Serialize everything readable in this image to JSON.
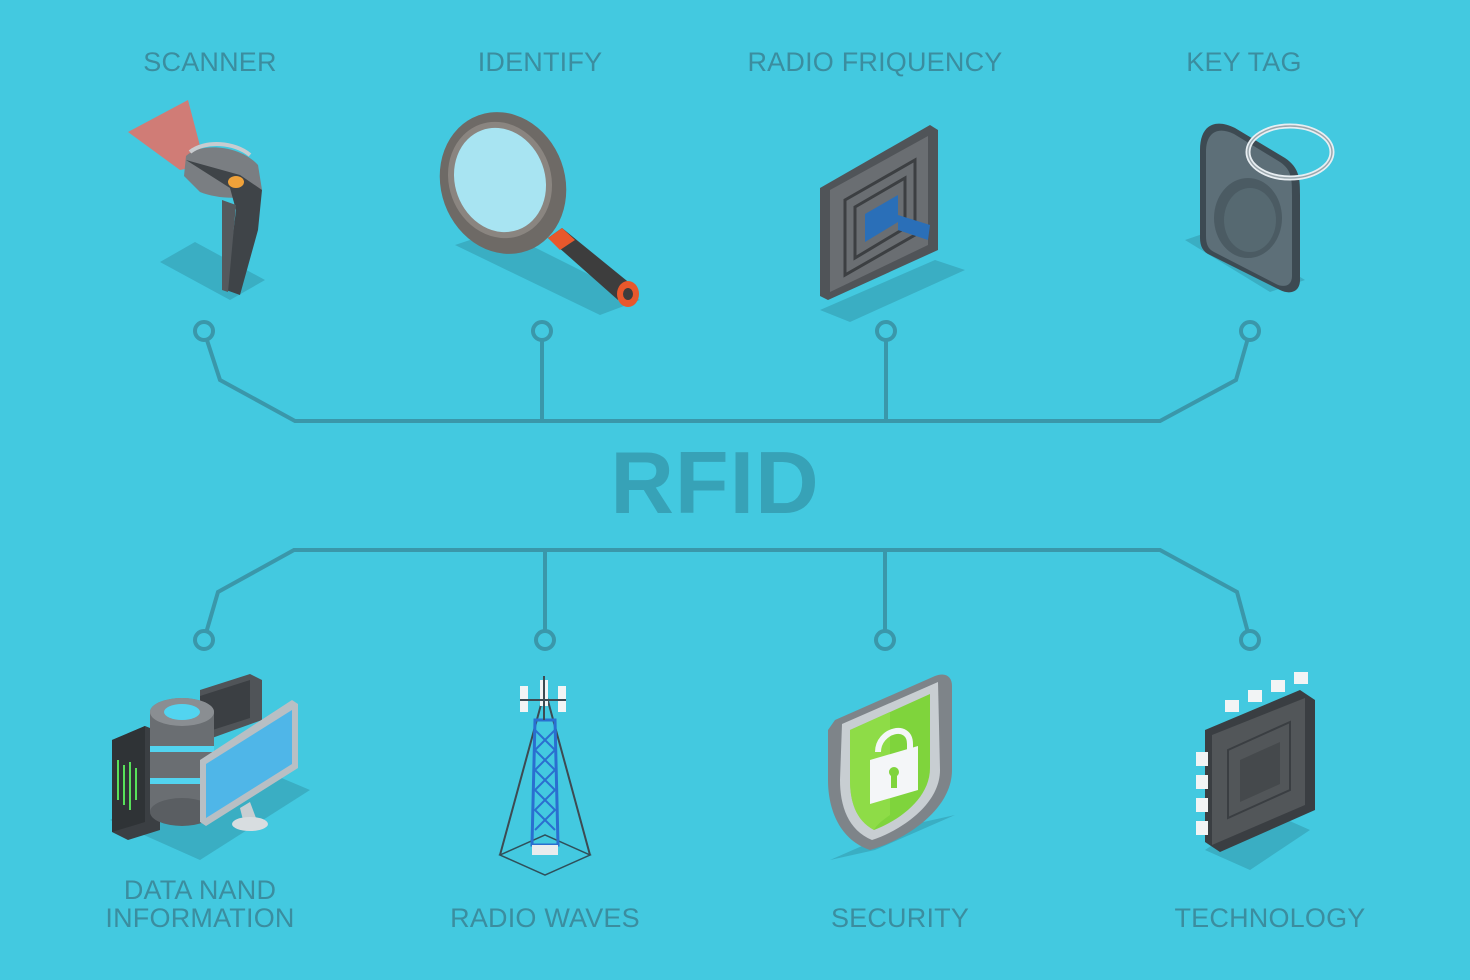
{
  "center_label": "RFID",
  "top_items": [
    {
      "label": "SCANNER",
      "icon": "barcode-scanner-icon"
    },
    {
      "label": "IDENTIFY",
      "icon": "magnifying-glass-icon"
    },
    {
      "label": "RADIO FRIQUENCY",
      "icon": "rfid-antenna-icon"
    },
    {
      "label": "KEY TAG",
      "icon": "key-tag-icon"
    }
  ],
  "bottom_items": [
    {
      "label_line1": "DATA NAND",
      "label_line2": "INFORMATION",
      "icon": "data-server-icon"
    },
    {
      "label": "RADIO WAVES",
      "icon": "radio-tower-icon"
    },
    {
      "label": "SECURITY",
      "icon": "security-shield-icon"
    },
    {
      "label": "TECHNOLOGY",
      "icon": "microchip-icon"
    }
  ],
  "colors": {
    "background": "#43c9e0",
    "connector": "#3a97aa",
    "text": "#3b8d9f"
  }
}
